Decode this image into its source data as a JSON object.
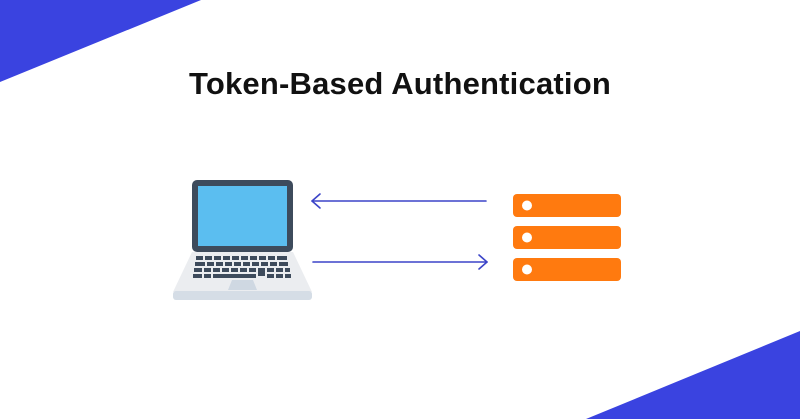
{
  "title": "Token-Based Authentication",
  "colors": {
    "accent_blue": "#3a43e0",
    "arrow_blue": "#3b44c8",
    "server_orange": "#ff7a0f",
    "laptop_frame": "#3d4b5c",
    "laptop_screen": "#5bbef0",
    "laptop_base": "#ebedf0",
    "title_text": "#111111"
  },
  "diagram": {
    "client": {
      "icon": "laptop-icon"
    },
    "server": {
      "icon": "server-icon",
      "units": 3
    },
    "arrows": [
      {
        "direction": "server-to-client",
        "icon": "arrow-left-icon"
      },
      {
        "direction": "client-to-server",
        "icon": "arrow-right-icon"
      }
    ]
  }
}
